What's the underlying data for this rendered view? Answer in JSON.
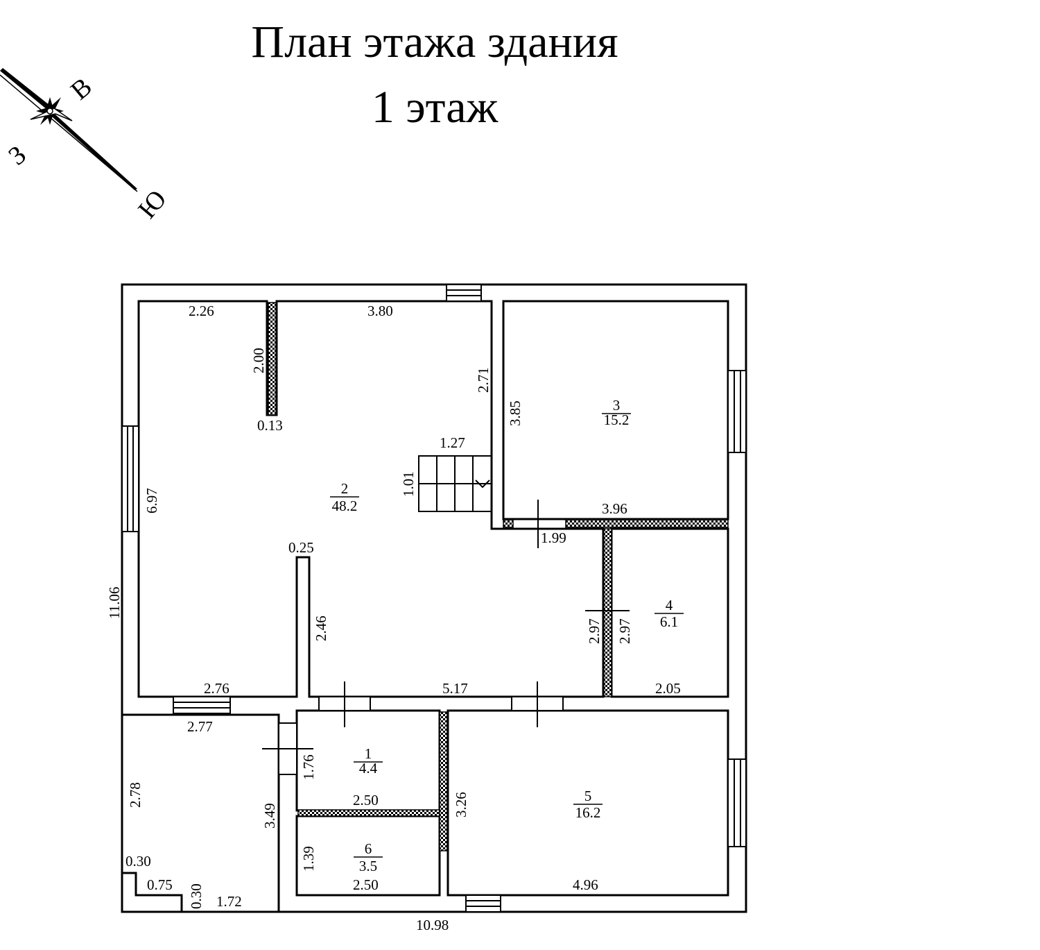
{
  "title": {
    "line1": "План этажа здания",
    "line2": "1 этаж"
  },
  "compass": {
    "north": "В",
    "west": "З",
    "south": "Ю"
  },
  "rooms": [
    {
      "number": "1",
      "area": "4.4"
    },
    {
      "number": "2",
      "area": "48.2"
    },
    {
      "number": "3",
      "area": "15.2"
    },
    {
      "number": "4",
      "area": "6.1"
    },
    {
      "number": "5",
      "area": "16.2"
    },
    {
      "number": "6",
      "area": "3.5"
    }
  ],
  "dimensions": {
    "d_2_26": "2.26",
    "d_3_80": "3.80",
    "d_2_00": "2.00",
    "d_0_13": "0.13",
    "d_2_71": "2.71",
    "d_3_85": "3.85",
    "d_1_27": "1.27",
    "d_1_01": "1.01",
    "d_6_97": "6.97",
    "d_3_96": "3.96",
    "d_1_99": "1.99",
    "d_0_25": "0.25",
    "d_11_06": "11.06",
    "d_2_46": "2.46",
    "d_2_97a": "2.97",
    "d_2_97b": "2.97",
    "d_2_76": "2.76",
    "d_5_17": "5.17",
    "d_2_05": "2.05",
    "d_2_77": "2.77",
    "d_1_76": "1.76",
    "d_2_78": "2.78",
    "d_3_49": "3.49",
    "d_2_50a": "2.50",
    "d_3_26": "3.26",
    "d_1_39": "1.39",
    "d_2_50b": "2.50",
    "d_0_30a": "0.30",
    "d_0_75": "0.75",
    "d_0_30b": "0.30",
    "d_1_72": "1.72",
    "d_4_96": "4.96",
    "d_10_98": "10.98"
  }
}
